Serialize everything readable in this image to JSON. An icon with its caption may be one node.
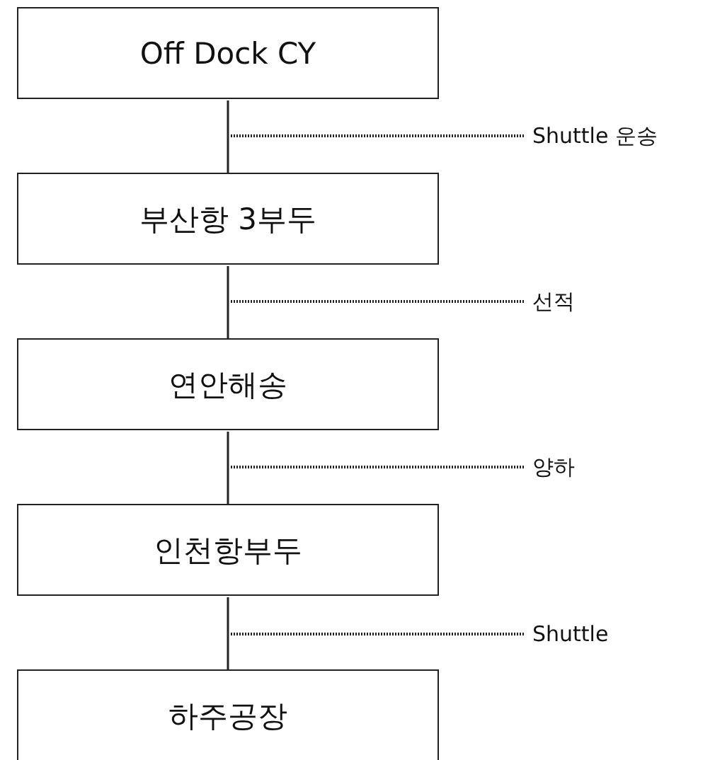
{
  "diagram": {
    "nodes": [
      {
        "text": [
          "Off Dock CY"
        ]
      },
      {
        "text": [
          "Shuttle 운송"
        ]
      },
      {
        "text": [
          "부산항 3부두"
        ]
      },
      {
        "text": [
          "선적"
        ]
      },
      {
        "text": [
          "연안해송"
        ]
      },
      {
        "text": [
          "양하"
        ]
      },
      {
        "text": [
          "인천항부두"
        ]
      },
      {
        "text": [
          "Shuttle"
        ]
      },
      {
        "text": [
          "하주공장"
        ]
      }
    ],
    "edges": [
      {
        "from": 0,
        "to": 2,
        "arrow": "none"
      },
      {
        "from": 2,
        "to": 4,
        "arrow": "none"
      },
      {
        "from": 4,
        "to": 6,
        "arrow": "none"
      },
      {
        "from": 6,
        "to": 8,
        "arrow": "none"
      },
      {
        "from": 1,
        "to": null,
        "arrow": "none",
        "style": "dashed"
      },
      {
        "from": 3,
        "to": null,
        "arrow": "none",
        "style": "dashed"
      },
      {
        "from": 5,
        "to": null,
        "arrow": "none",
        "style": "dashed"
      },
      {
        "from": 7,
        "to": null,
        "arrow": "none",
        "style": "dashed"
      }
    ]
  }
}
